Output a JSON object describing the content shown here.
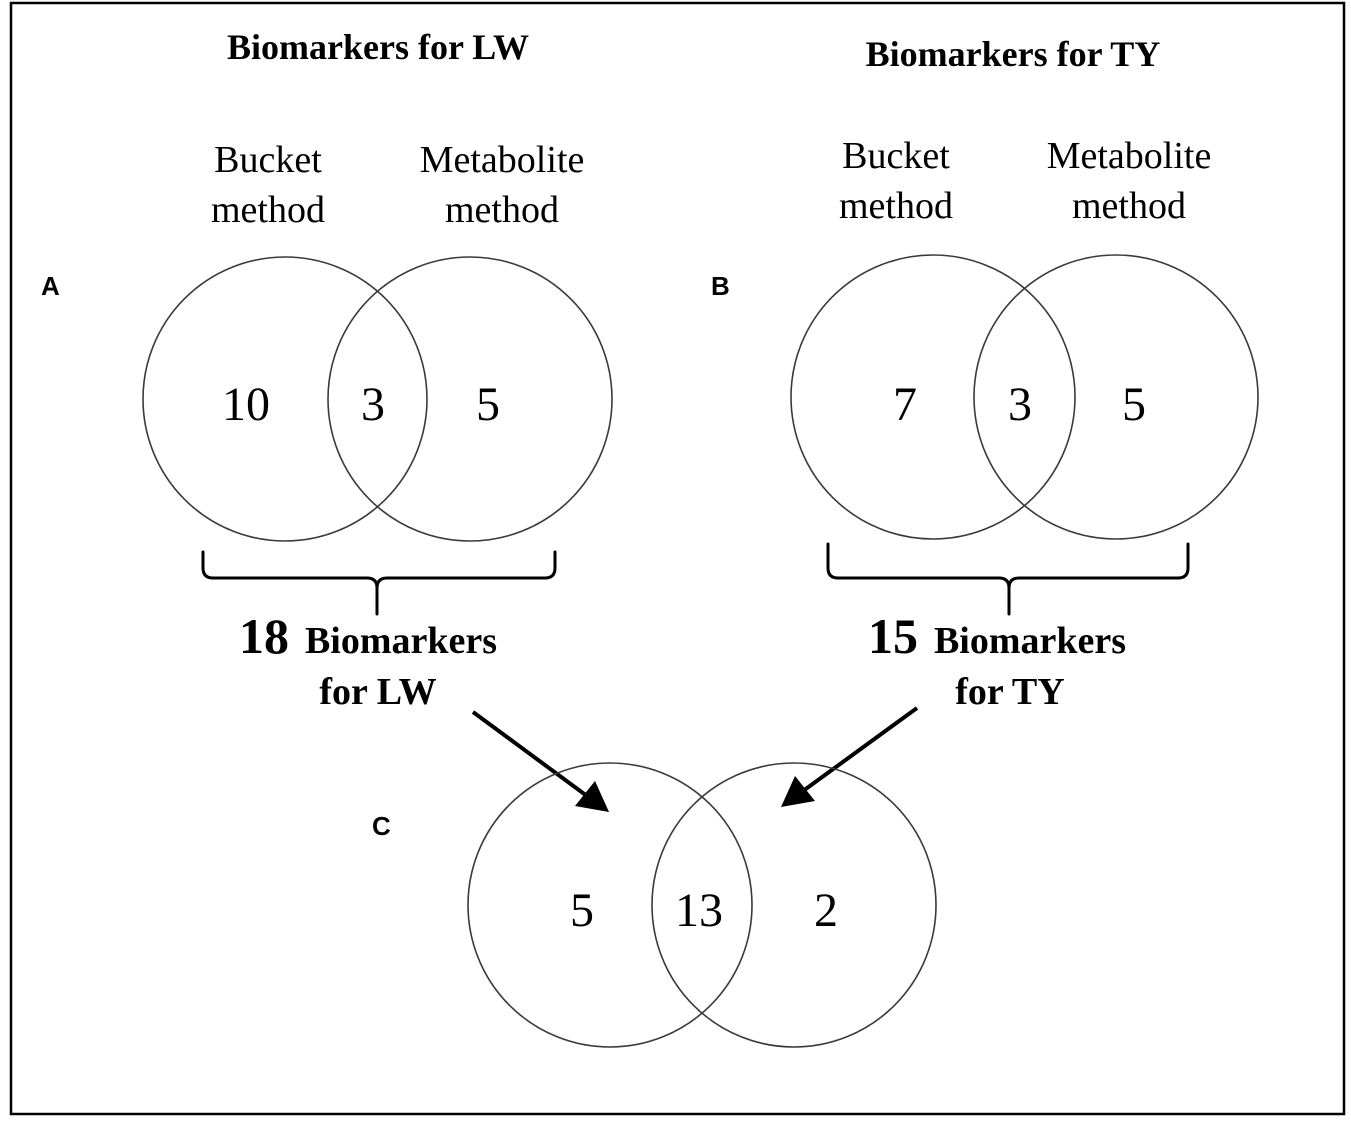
{
  "panels": {
    "a": {
      "label": "A",
      "title": "Biomarkers for LW",
      "left_set": {
        "line1": "Bucket",
        "line2": "method"
      },
      "right_set": {
        "line1": "Metabolite",
        "line2": "method"
      },
      "counts": {
        "left_only": 10,
        "overlap": 3,
        "right_only": 5
      },
      "total": {
        "number": "18",
        "word": "Biomarkers",
        "line2": "for LW"
      }
    },
    "b": {
      "label": "B",
      "title": "Biomarkers for TY",
      "left_set": {
        "line1": "Bucket",
        "line2": "method"
      },
      "right_set": {
        "line1": "Metabolite",
        "line2": "method"
      },
      "counts": {
        "left_only": 7,
        "overlap": 3,
        "right_only": 5
      },
      "total": {
        "number": "15",
        "word": "Biomarkers",
        "line2": "for TY"
      }
    },
    "c": {
      "label": "C",
      "counts": {
        "left_only": 5,
        "overlap": 13,
        "right_only": 2
      }
    }
  }
}
